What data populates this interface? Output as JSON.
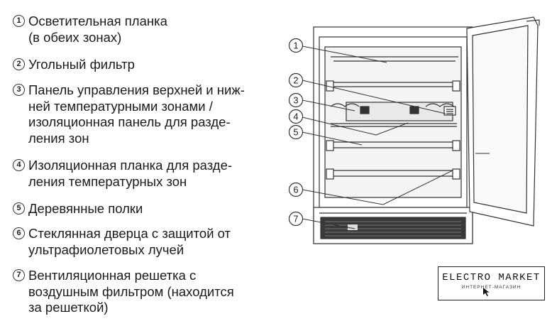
{
  "legend": [
    {
      "num": "1",
      "lines": [
        "Осветительная планка",
        "(в обеих зонах)"
      ]
    },
    {
      "num": "2",
      "lines": [
        "Угольный фильтр"
      ]
    },
    {
      "num": "3",
      "lines": [
        "Панель управления верхней и ниж-",
        "ней температурными зонами /",
        "изоляционная панель для разде-",
        "ления зон"
      ]
    },
    {
      "num": "4",
      "lines": [
        "Изоляционная планка для разде-",
        "ления температурных зон"
      ]
    },
    {
      "num": "5",
      "lines": [
        "Деревянные полки"
      ]
    },
    {
      "num": "6",
      "lines": [
        "Стеклянная дверца с защитой от",
        "ультрафиолетовых лучей"
      ]
    },
    {
      "num": "7",
      "lines": [
        "Вентиляционная решетка с",
        "воздушным фильтром (находится",
        "за решеткой)"
      ]
    }
  ],
  "callouts": [
    "1",
    "2",
    "3",
    "4",
    "5",
    "6",
    "7"
  ],
  "logo": {
    "brand": "ELECTRO MARKET",
    "tagline": "ИНТЕРНЕТ-МАГАЗИН"
  },
  "colors": {
    "line": "#333333",
    "panel_fill": "#e9e9e9",
    "interior_fill": "#f4f4f4",
    "grille_fill": "#3a3a3a"
  },
  "icons": [
    "cursor-arrow-icon"
  ]
}
